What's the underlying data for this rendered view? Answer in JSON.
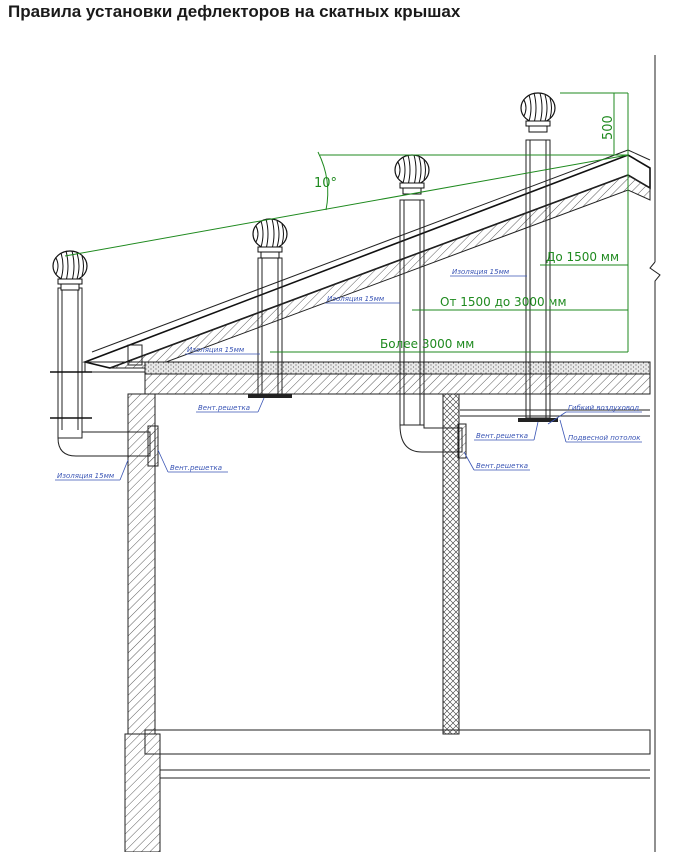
{
  "title": "Правила установки дефлекторов на скатных крышах",
  "dimensions": {
    "angle": "10°",
    "height_500": "500",
    "up_to_1500": "До 1500 мм",
    "from_1500_to_3000": "От 1500 до 3000 мм",
    "over_3000": "Более 3000 мм"
  },
  "labels": {
    "insulation_15mm": "Изоляция 15мм",
    "vent_grille": "Вент.решетка",
    "flexible_duct": "Гибкий воздуховод",
    "suspended_ceiling": "Подвесной потолок"
  },
  "colors": {
    "dimension": "#1f8a1f",
    "annotation": "#3a55b5",
    "line": "#222222"
  }
}
